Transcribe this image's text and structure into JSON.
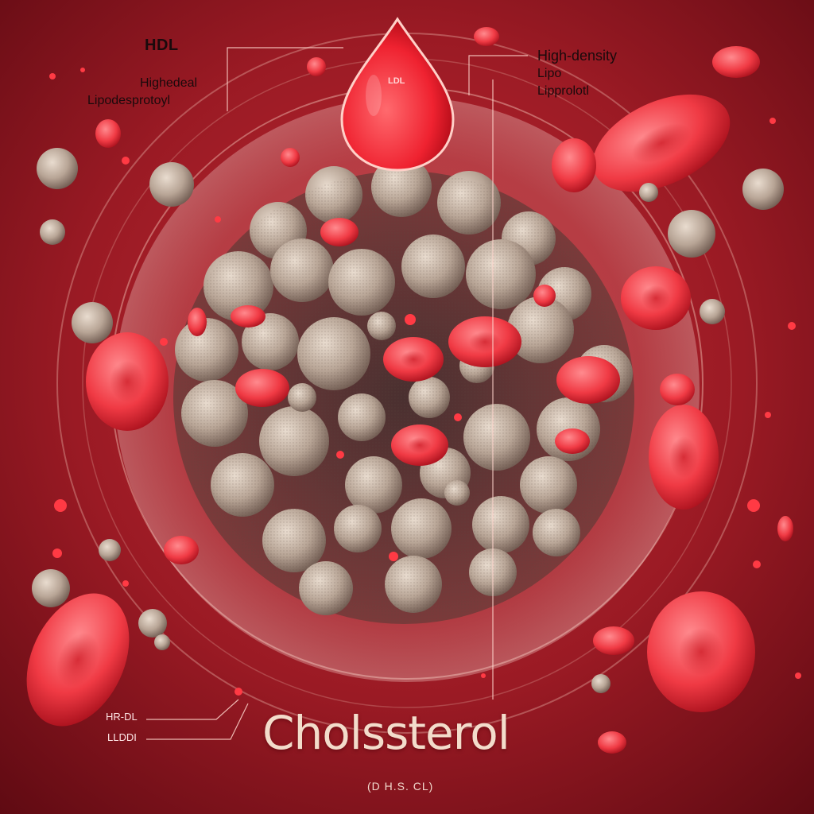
{
  "labels": {
    "hdl_title": "HDL",
    "hdl_line1": "Highedeal",
    "hdl_line2": "Lipodesprotoyl",
    "drop_label": "LDL",
    "right_line1": "High-density",
    "right_line2": "Lipo",
    "right_line3": "Lipprolotl",
    "legend_line1": "HR-DL",
    "legend_line2": "LLDDI",
    "main_title": "Cholssterol",
    "subtitle": "(D H.S. CL)"
  },
  "colors": {
    "background": "#9a1a24",
    "background_dark": "#5e0a12",
    "blood_cell": "#f03a44",
    "particle": "#b8a596",
    "ring": "#f4c6b8",
    "title_text": "#f3dccb"
  },
  "icons": [
    "blood-drop-icon",
    "red-blood-cell-icon",
    "lipoprotein-particle-icon"
  ]
}
